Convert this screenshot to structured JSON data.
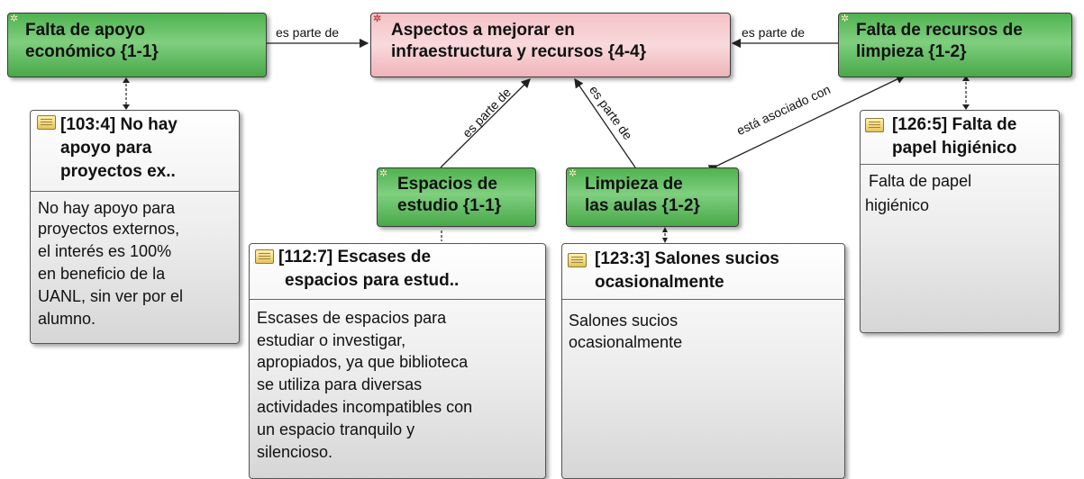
{
  "codes": {
    "falta_apoyo": {
      "line1": "Falta de apoyo",
      "line2": "económico {1-1}"
    },
    "aspectos": {
      "line1": "Aspectos a mejorar en",
      "line2": "infraestructura y recursos {4-4}"
    },
    "falta_recursos": {
      "line1": "Falta de recursos de",
      "line2": "limpieza {1-2}"
    },
    "espacios": {
      "line1": "Espacios de",
      "line2": "estudio {1-1}"
    },
    "limpieza": {
      "line1": "Limpieza de",
      "line2": "las aulas {1-2}"
    }
  },
  "quotes": {
    "q103": {
      "title": [
        "[103:4] No hay",
        "apoyo para",
        "proyectos ex.."
      ],
      "body": [
        "No hay apoyo para",
        "proyectos externos,",
        "el interés es 100%",
        "en beneficio de la",
        "UANL, sin ver por el",
        "alumno."
      ]
    },
    "q112": {
      "title": [
        "[112:7] Escases de",
        "espacios para estud.."
      ],
      "body": [
        "Escases de espacios para",
        "estudiar o investigar,",
        "apropiados, ya que biblioteca",
        "se utiliza para diversas",
        "actividades incompatibles con",
        "un espacio tranquilo y",
        "silencioso."
      ]
    },
    "q123": {
      "title": [
        "[123:3] Salones sucios",
        "ocasionalmente"
      ],
      "body": [
        "Salones sucios",
        "ocasionalmente"
      ]
    },
    "q126": {
      "title": [
        "[126:5] Falta de",
        "papel higiénico"
      ],
      "body": [
        "Falta de papel",
        "higiénico"
      ]
    }
  },
  "links": {
    "es_parte_de_1": "es parte de",
    "es_parte_de_2": "es parte de",
    "es_parte_de_3": "es parte de",
    "es_parte_de_4": "es parte de",
    "esta_asociado": "está asociado con"
  }
}
